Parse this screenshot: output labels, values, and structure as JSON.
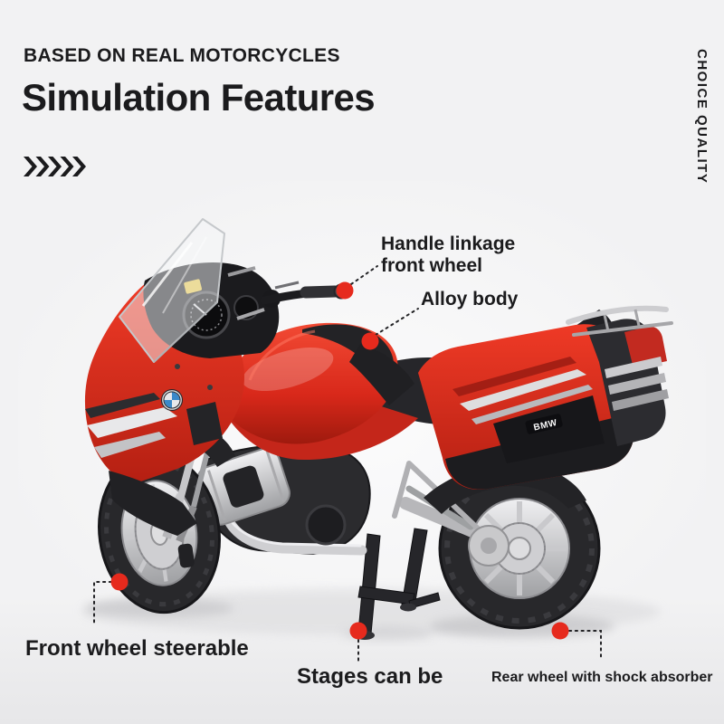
{
  "colors": {
    "background": "#f2f2f3",
    "text": "#1b1b1d",
    "accent_red": "#e62a1d",
    "body_red": "#d6281b"
  },
  "header": {
    "kicker": "BASED ON REAL MOTORCYCLES",
    "title": "Simulation Features"
  },
  "icons": {
    "chevrons": "five-right-chevrons",
    "emblem": "bmw-roundel"
  },
  "side_tagline": "CHOICE QUALITY",
  "callouts": {
    "handle_linkage": {
      "line1": "Handle linkage",
      "line2": "front wheel"
    },
    "alloy_body": "Alloy body",
    "front_wheel": "Front wheel steerable",
    "center_stand": "Stages can be",
    "rear_wheel": "Rear wheel with shock absorber"
  },
  "motorcycle": {
    "pannier_badge": "BMW"
  }
}
